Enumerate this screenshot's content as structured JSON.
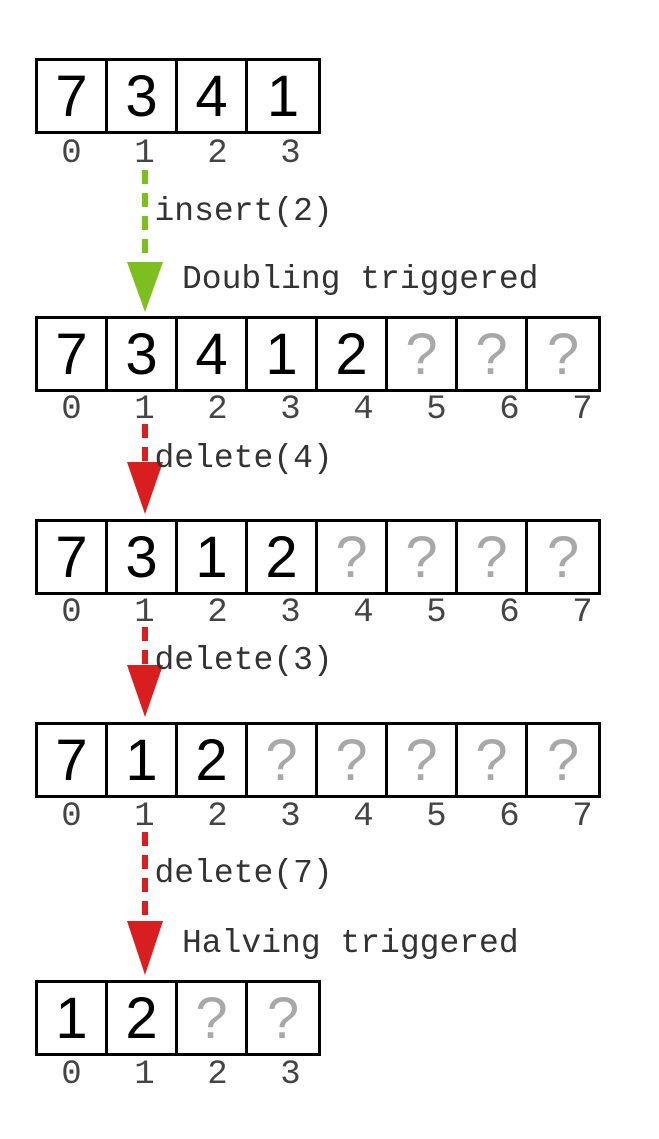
{
  "colors": {
    "insert_arrow": "#7cbf1e",
    "delete_arrow": "#d81e1e",
    "empty_cell": "#a8a8a8"
  },
  "arrays": [
    {
      "cells": [
        "7",
        "3",
        "4",
        "1"
      ],
      "indices": [
        "0",
        "1",
        "2",
        "3"
      ]
    },
    {
      "cells": [
        "7",
        "3",
        "4",
        "1",
        "2",
        "?",
        "?",
        "?"
      ],
      "indices": [
        "0",
        "1",
        "2",
        "3",
        "4",
        "5",
        "6",
        "7"
      ]
    },
    {
      "cells": [
        "7",
        "3",
        "1",
        "2",
        "?",
        "?",
        "?",
        "?"
      ],
      "indices": [
        "0",
        "1",
        "2",
        "3",
        "4",
        "5",
        "6",
        "7"
      ]
    },
    {
      "cells": [
        "7",
        "1",
        "2",
        "?",
        "?",
        "?",
        "?",
        "?"
      ],
      "indices": [
        "0",
        "1",
        "2",
        "3",
        "4",
        "5",
        "6",
        "7"
      ]
    },
    {
      "cells": [
        "1",
        "2",
        "?",
        "?"
      ],
      "indices": [
        "0",
        "1",
        "2",
        "3"
      ]
    }
  ],
  "steps": [
    {
      "op": "insert(2)",
      "note": "Doubling triggered",
      "kind": "insert"
    },
    {
      "op": "delete(4)",
      "note": "",
      "kind": "delete"
    },
    {
      "op": "delete(3)",
      "note": "",
      "kind": "delete"
    },
    {
      "op": "delete(7)",
      "note": "Halving triggered",
      "kind": "delete"
    }
  ]
}
